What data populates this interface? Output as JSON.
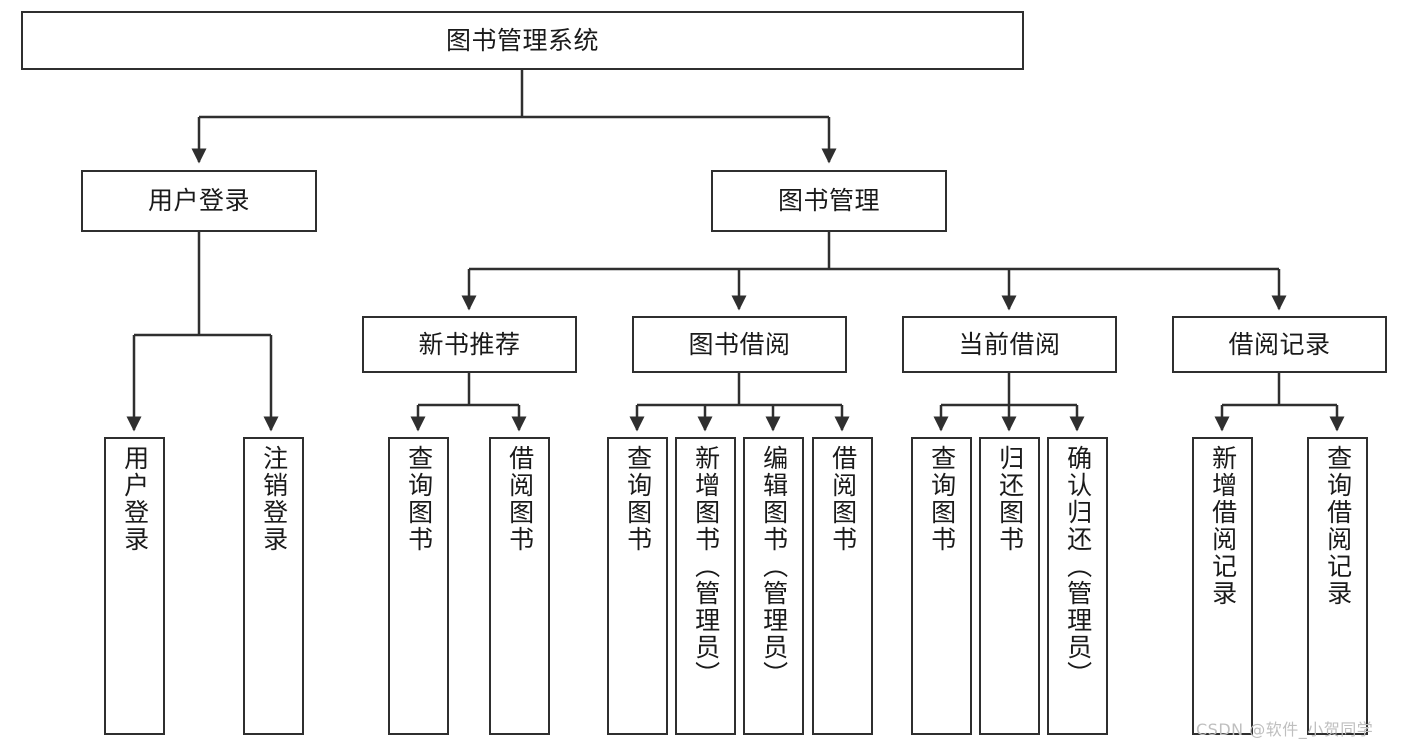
{
  "diagram": {
    "title": "图书管理系统",
    "type": "tree-hierarchy-chart",
    "theme": {
      "background": "#ffffff",
      "node_fill": "#ffffff",
      "node_stroke": "#2f2f2f",
      "edge_stroke": "#2f2f2f",
      "text_color": "#1a1a1a",
      "watermark_color": "#bfbfbf"
    }
  },
  "nodes": {
    "root": {
      "label": "图书管理系统"
    },
    "level2": [
      {
        "label": "用户登录"
      },
      {
        "label": "图书管理"
      }
    ],
    "level3": [
      {
        "label": "新书推荐"
      },
      {
        "label": "图书借阅"
      },
      {
        "label": "当前借阅"
      },
      {
        "label": "借阅记录"
      }
    ],
    "leaves": {
      "user_login": [
        {
          "label": "用户登录"
        },
        {
          "label": "注销登录"
        }
      ],
      "new_book_recommend": [
        {
          "label": "查询图书"
        },
        {
          "label": "借阅图书"
        }
      ],
      "book_borrow": [
        {
          "label": "查询图书"
        },
        {
          "label": "新增图书（管理员）"
        },
        {
          "label": "编辑图书（管理员）"
        },
        {
          "label": "借阅图书"
        }
      ],
      "current_borrow": [
        {
          "label": "查询图书"
        },
        {
          "label": "归还图书"
        },
        {
          "label": "确认归还（管理员）"
        }
      ],
      "borrow_record": [
        {
          "label": "新增借阅记录"
        },
        {
          "label": "查询借阅记录"
        }
      ]
    }
  },
  "watermark": {
    "text": "CSDN @软件_小贺同学"
  }
}
